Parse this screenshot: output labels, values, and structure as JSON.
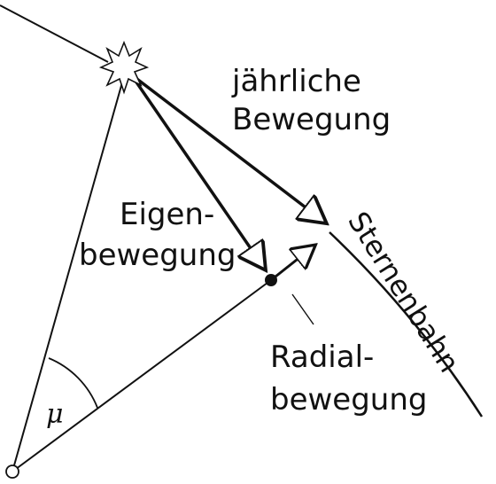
{
  "labels": {
    "annual_motion_line1": "jährliche",
    "annual_motion_line2": "Bewegung",
    "proper_motion_line1": "Eigen-",
    "proper_motion_line2": "bewegung",
    "star_path": "Sternenbahn",
    "radial_motion_line1": "Radial-",
    "radial_motion_line2": "bewegung",
    "angle_symbol": "μ"
  },
  "colors": {
    "ink": "#111111",
    "background": "#ffffff"
  }
}
